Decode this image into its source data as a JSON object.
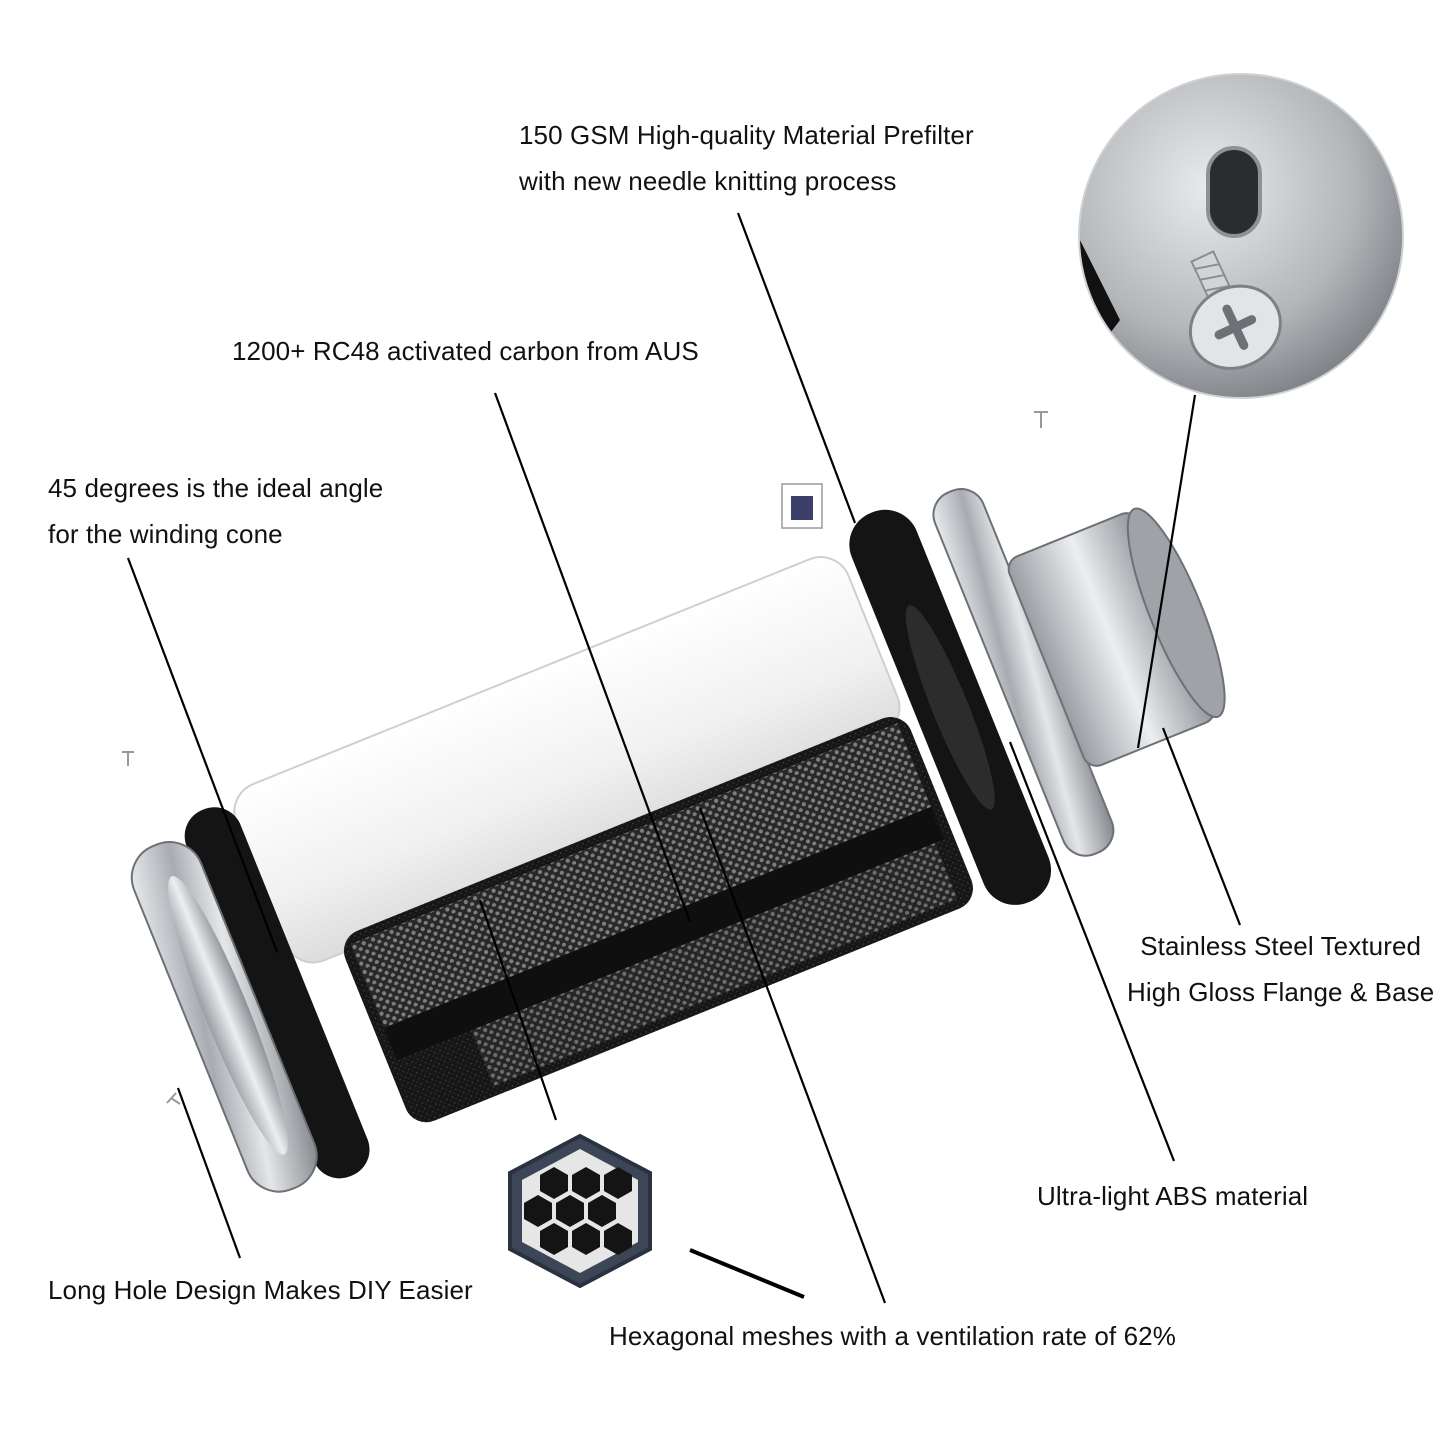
{
  "callouts": {
    "prefilter": [
      "150 GSM High-quality Material Prefilter",
      "with new needle knitting process"
    ],
    "carbon": "1200+ RC48 activated carbon from AUS",
    "cone": [
      "45 degrees is the ideal angle",
      "for the winding cone"
    ],
    "steel": [
      "Stainless Steel Textured",
      "High Gloss Flange & Base"
    ],
    "abs": "Ultra-light ABS material",
    "hole": "Long Hole Design Makes DIY Easier",
    "mesh": "Hexagonal meshes with a ventilation rate of 62%"
  },
  "colors": {
    "background": "#ffffff",
    "text": "#111111",
    "leader_line": "#000000",
    "steel": "#b9bcc0",
    "foam": "#151515",
    "sleeve": "#f4f4f4"
  },
  "icons": [
    "screw-icon",
    "hexagon-mesh-icon",
    "slot-hole-icon"
  ]
}
